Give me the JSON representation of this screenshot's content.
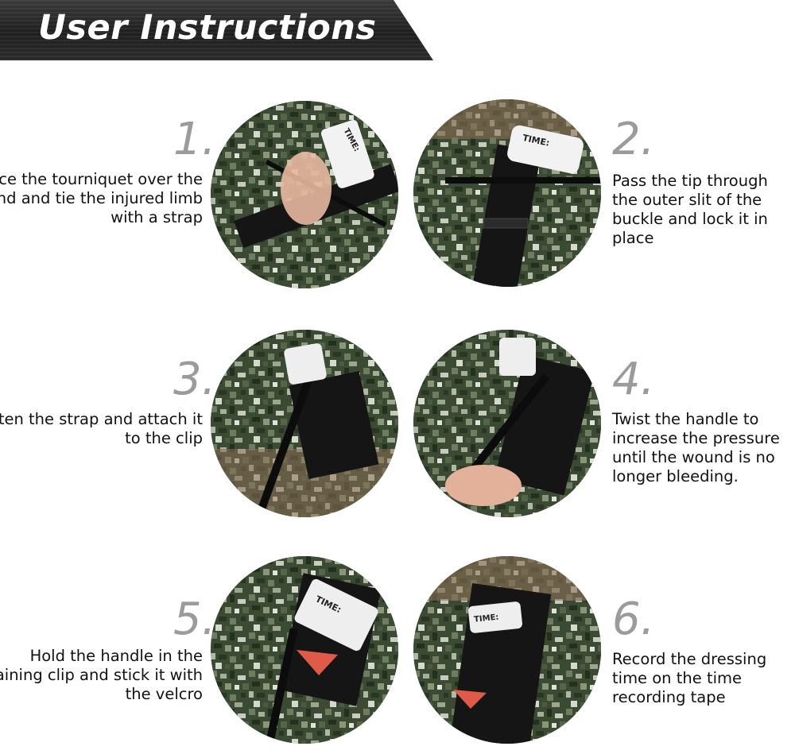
{
  "header": {
    "title": "User Instructions"
  },
  "steps": [
    {
      "number": "1.",
      "text": "Place the tourniquet over the wound and tie the injured limb with  a strap",
      "tag": "TIME:"
    },
    {
      "number": "2.",
      "text": "Pass the tip through the outer slit of the buckle and lock it in place",
      "tag": "TIME:"
    },
    {
      "number": "3.",
      "text": "Tighten the strap and attach it to the clip",
      "tag": ""
    },
    {
      "number": "4.",
      "text": "Twist the handle to increase the pressure until the wound is no longer bleeding.",
      "tag": ""
    },
    {
      "number": "5.",
      "text": "Hold the handle in the retaining clip and stick it with the velcro",
      "tag": "TIME:"
    },
    {
      "number": "6.",
      "text": "Record the dressing time on the time recording tape",
      "tag": "TIME:"
    }
  ],
  "colors": {
    "accent_gray": "#9b9b9b",
    "banner": "#262626",
    "camo_dark": "#2f3a28",
    "strap": "#151515",
    "tab": "#e05a4a"
  }
}
